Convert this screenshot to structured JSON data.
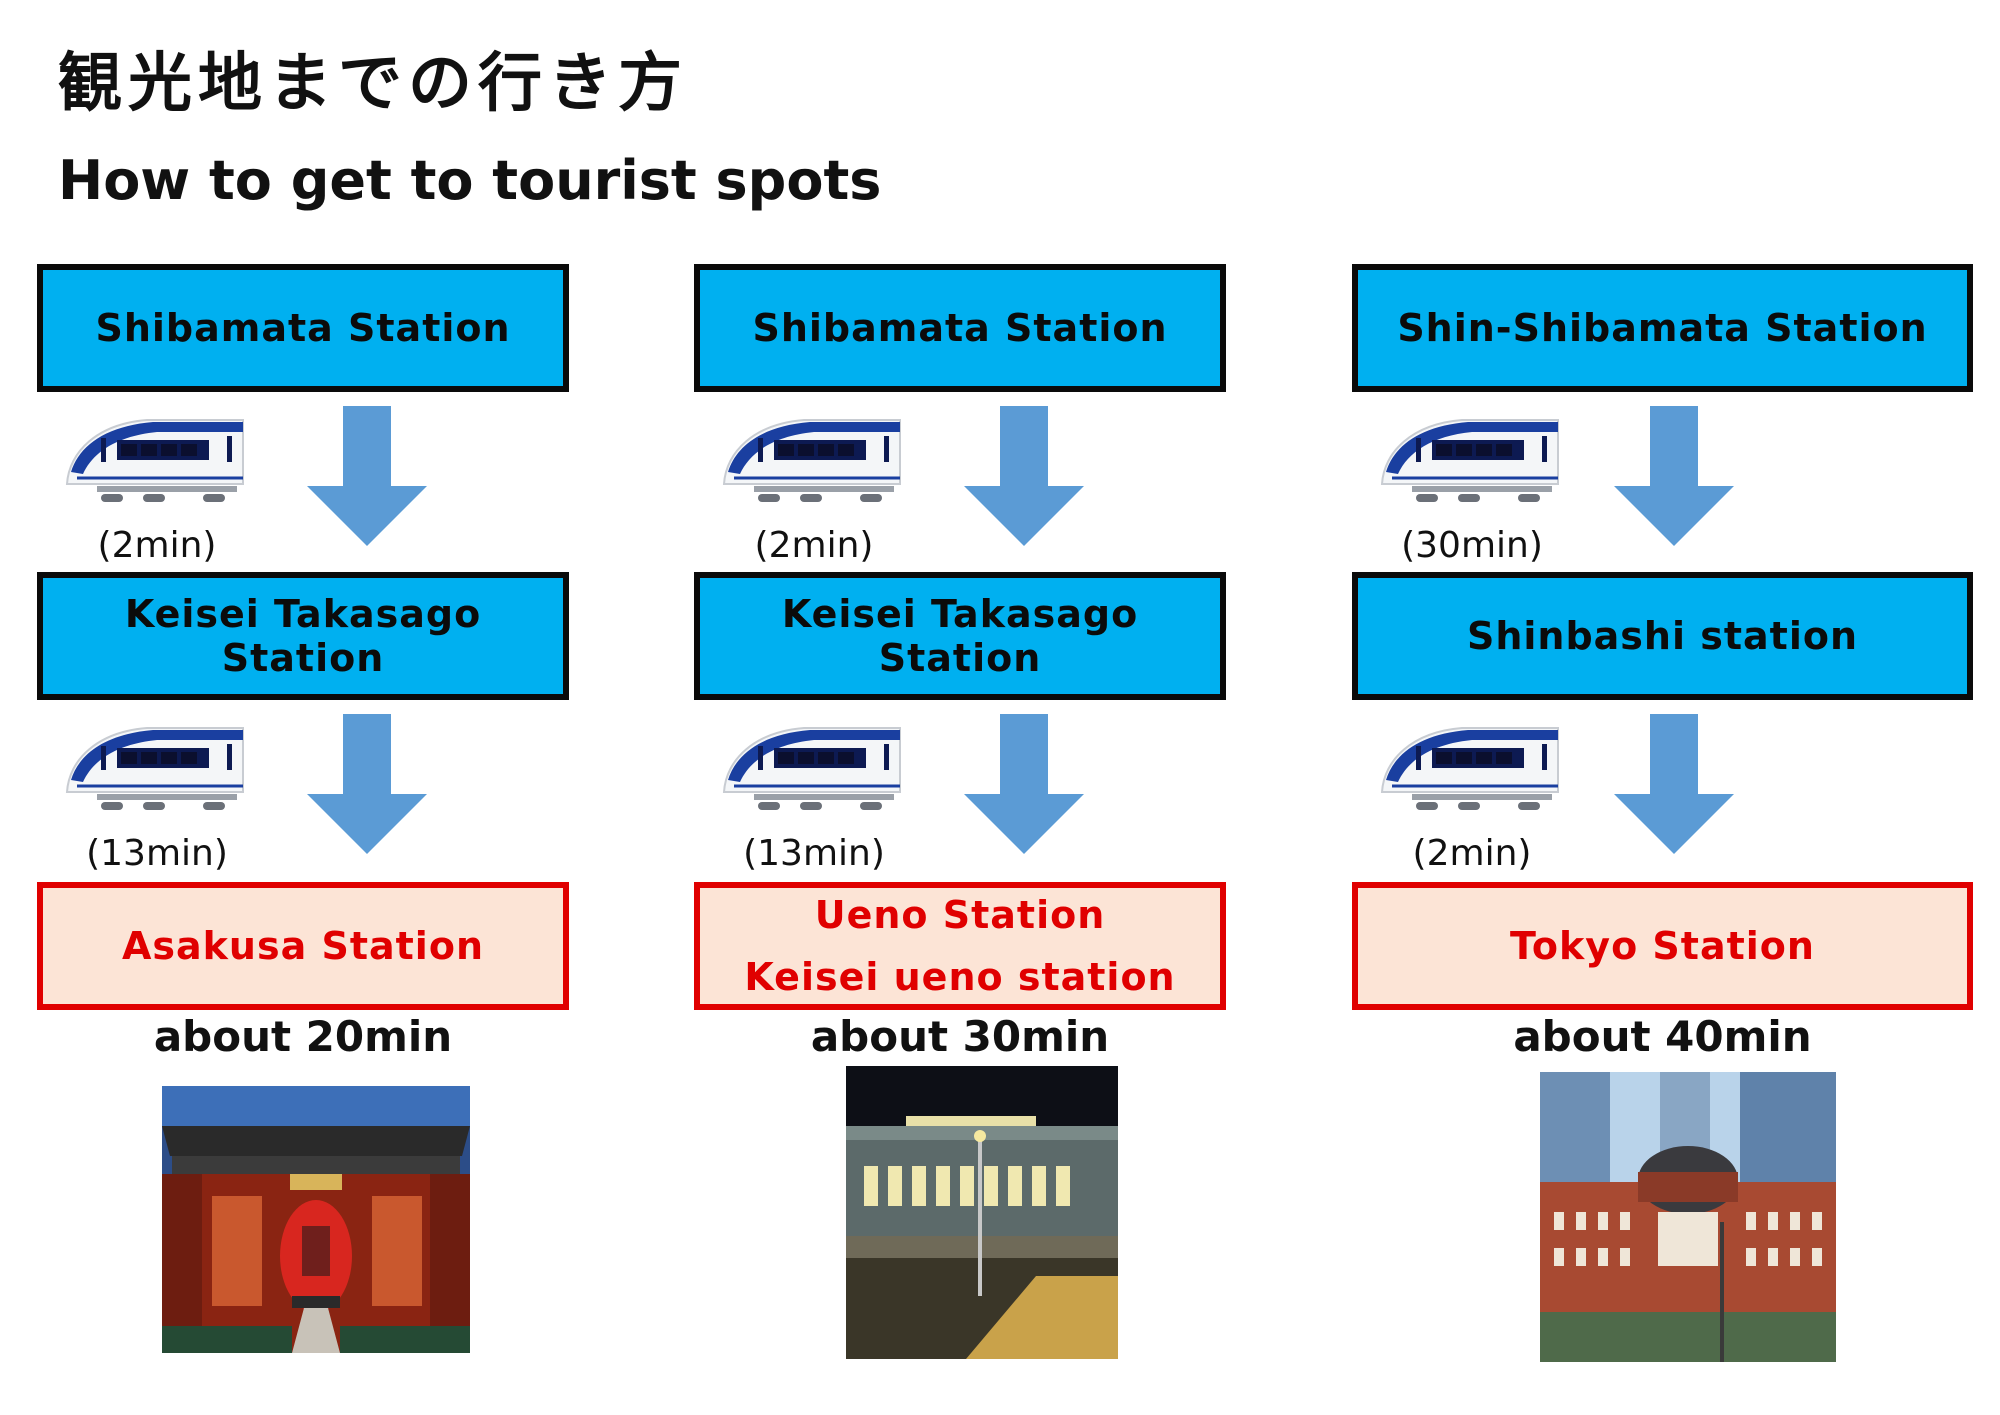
{
  "header": {
    "title_jp": "観光地までの行き方",
    "title_en": "How to get to tourist spots"
  },
  "routes": [
    {
      "start": "Shibamata Station",
      "leg1_time": "(2min)",
      "transfer": "Keisei Takasago Station",
      "leg2_time": "(13min)",
      "destination_lines": [
        "Asakusa Station"
      ],
      "total": "about 20min",
      "photo_icon": "kaminarimon-gate-photo"
    },
    {
      "start": "Shibamata Station",
      "leg1_time": "(2min)",
      "transfer": "Keisei Takasago Station",
      "leg2_time": "(13min)",
      "destination_lines": [
        "Ueno Station",
        "Keisei ueno station"
      ],
      "total": "about 30min",
      "photo_icon": "ueno-station-photo"
    },
    {
      "start": "Shin-Shibamata Station",
      "leg1_time": "(30min)",
      "transfer": "Shinbashi station",
      "leg2_time": "(2min)",
      "destination_lines": [
        "Tokyo Station"
      ],
      "total": "about 40min",
      "photo_icon": "tokyo-station-photo"
    }
  ],
  "colors": {
    "station_fill": "#00b0f0",
    "destination_fill": "#fce4d6",
    "destination_border": "#e00000",
    "arrow": "#5b9bd5"
  }
}
